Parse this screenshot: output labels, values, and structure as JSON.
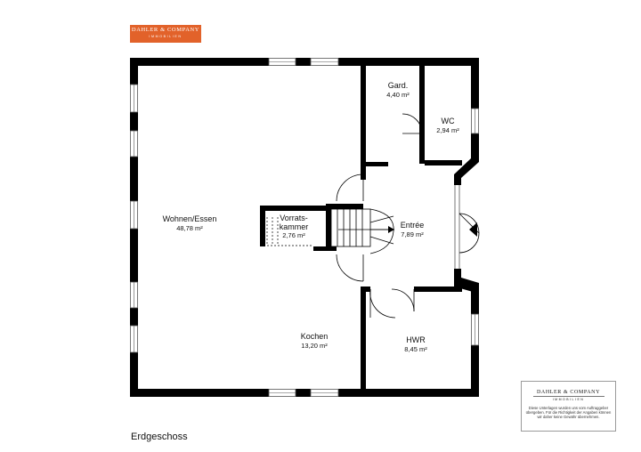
{
  "brand": {
    "top_logo": {
      "name": "DAHLER & COMPANY",
      "sub": "IMMOBILIEN",
      "color": "#e2622a"
    }
  },
  "rooms": {
    "wohnen": {
      "name": "Wohnen/Essen",
      "area": "48,78 m²"
    },
    "gard": {
      "name": "Gard.",
      "area": "4,40 m²"
    },
    "wc": {
      "name": "WC",
      "area": "2,94 m²"
    },
    "vorrat": {
      "name_line1": "Vorrats-",
      "name_line2": "kammer",
      "area": "2,76 m²"
    },
    "entree": {
      "name": "Entrée",
      "area": "7,89 m²"
    },
    "kochen": {
      "name": "Kochen",
      "area": "13,20 m²"
    },
    "hwr": {
      "name": "HWR",
      "area": "8,45 m²"
    }
  },
  "floor_label": "Erdgeschoss",
  "disclaimer": {
    "logo_name": "DAHLER & COMPANY",
    "logo_sub": "IMMOBILIEN",
    "text": "Diese Unterlagen wurden uns vom Auftraggeber übergeben. Für die Richtigkeit der Angaben können wir daher keine Gewähr übernehmen."
  },
  "colors": {
    "wall": "#000000",
    "window_frame": "#555555",
    "accent": "#e2622a"
  }
}
